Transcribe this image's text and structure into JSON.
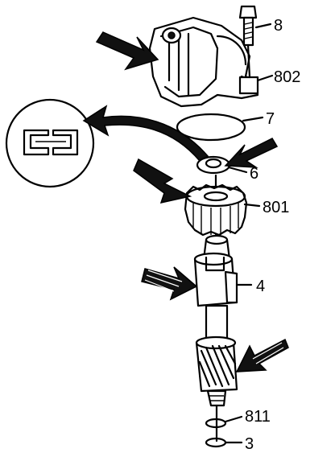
{
  "diagram": {
    "callouts": [
      {
        "id": "8",
        "text": "8"
      },
      {
        "id": "802",
        "text": "802"
      },
      {
        "id": "7",
        "text": "7"
      },
      {
        "id": "6",
        "text": "6"
      },
      {
        "id": "801",
        "text": "801"
      },
      {
        "id": "4",
        "text": "4"
      },
      {
        "id": "811",
        "text": "811"
      },
      {
        "id": "3",
        "text": "3"
      }
    ]
  }
}
